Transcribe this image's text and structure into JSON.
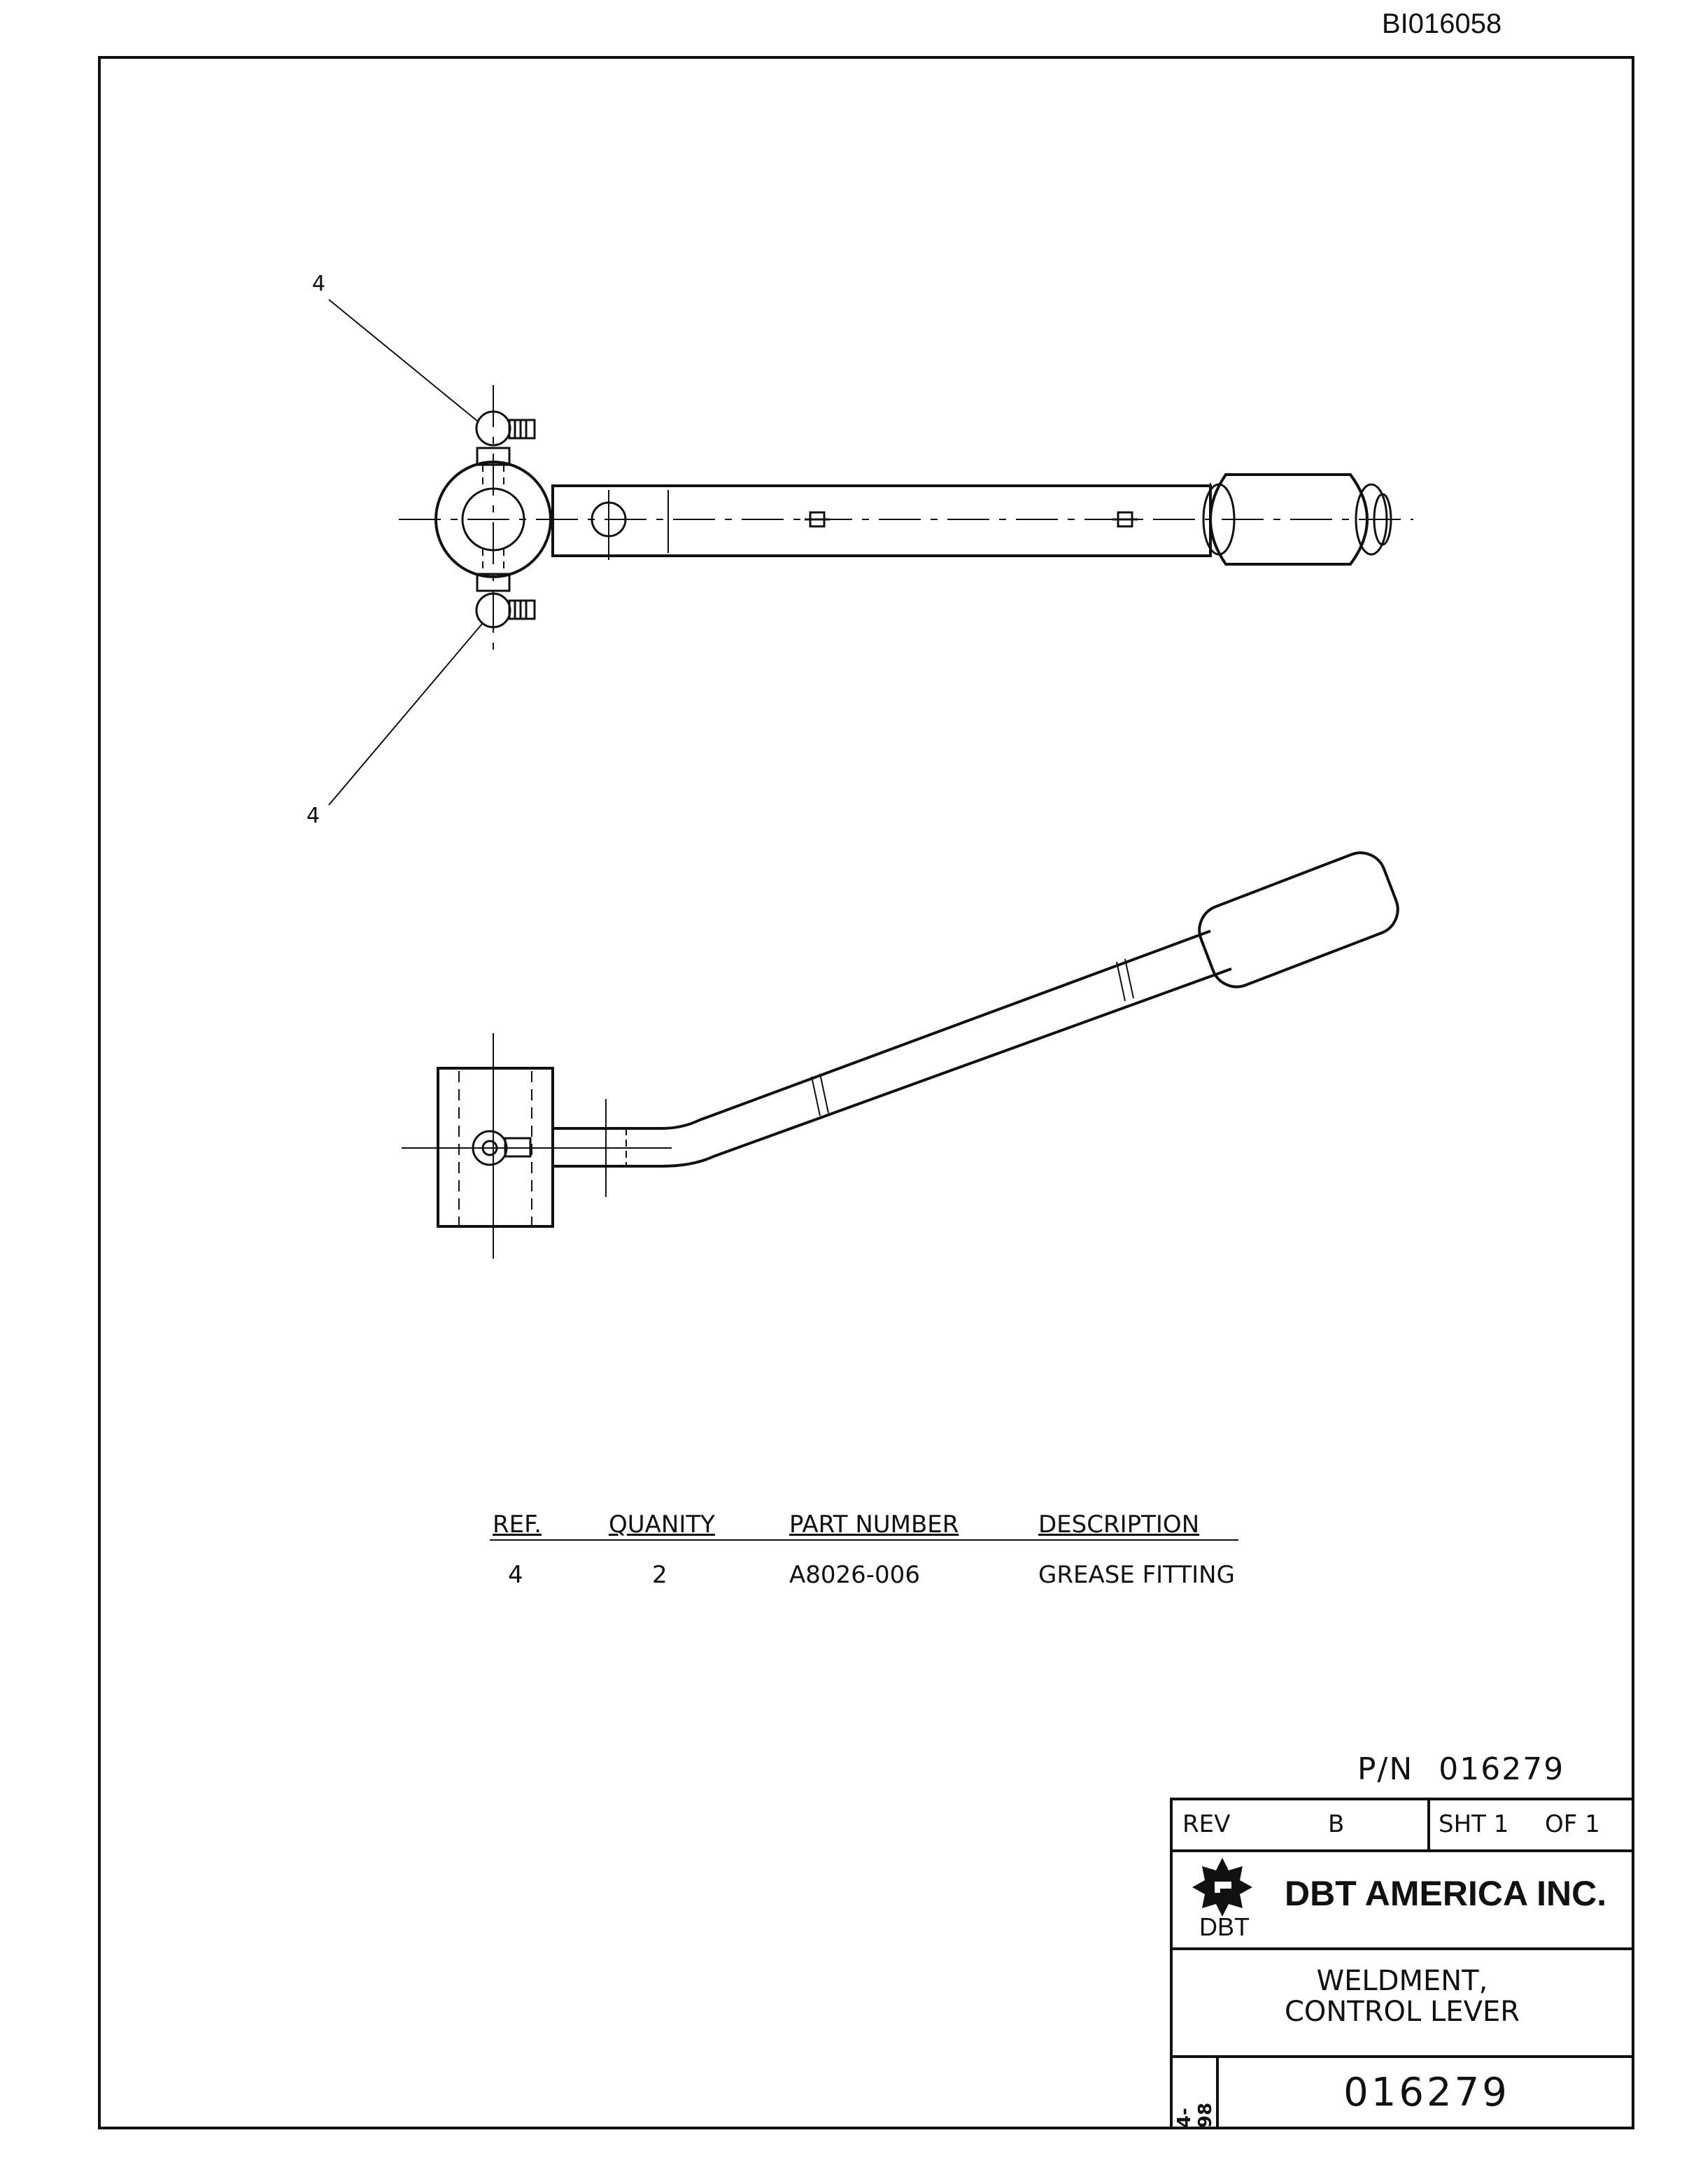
{
  "document_id": "BI016058",
  "callouts": [
    "4",
    "4"
  ],
  "bom": {
    "headers": [
      "REF.",
      "QUANITY",
      "PART NUMBER",
      "DESCRIPTION"
    ],
    "rows": [
      {
        "ref": "4",
        "quantity": "2",
        "part_number": "A8026-006",
        "description": "GREASE FITTING"
      }
    ]
  },
  "title_block": {
    "pn_label": "P/N",
    "pn_value": "016279",
    "rev_label": "REV",
    "rev_value": "B",
    "sheet_text": "SHT 1",
    "of_text": "OF 1",
    "company": "DBT AMERICA INC.",
    "logo_text": "DBT",
    "title_line1": "WELDMENT,",
    "title_line2": "CONTROL LEVER",
    "date_code": "4-98",
    "drawing_number": "016279"
  },
  "colors": {
    "ink": "#111111",
    "paper": "#ffffff"
  }
}
